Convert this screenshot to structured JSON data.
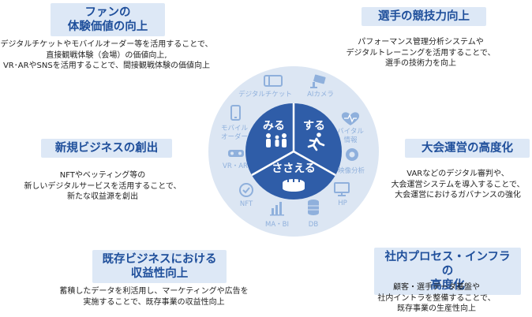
{
  "fan": {
    "title_line1": "ファンの",
    "title_line2": "体験価値の向上",
    "desc1": "デジタルチケットやモバイルオーダー等を活用することで、",
    "desc2": "直接観戦体験（会場）の価値向上,",
    "desc3": "VR･ARやSNSを活用することで、間接観戦体験の価値向上"
  },
  "athlete": {
    "title": "選手の競技力向上",
    "desc1": "パフォーマンス管理分析システムや",
    "desc2": "デジタルトレーニングを活用することで、",
    "desc3": "選手の技術力を向上"
  },
  "newbiz": {
    "title": "新規ビジネスの創出",
    "desc1": "NFTやベッティング等の",
    "desc2": "新しいデジタルサービスを活用することで、",
    "desc3": "新たな収益源を創出"
  },
  "tournament": {
    "title": "大会運営の高度化",
    "desc1": "VARなどのデジタル審判や、",
    "desc2": "大会運営システムを導入することで、",
    "desc3": "大会運営におけるガバナンスの強化"
  },
  "existing": {
    "title_line1": "既存ビジネスにおける",
    "title_line2": "収益性向上",
    "desc1": "蓄積したデータを利活用し、マーケティングや広告を",
    "desc2": "実施することで、既存事業の収益性向上"
  },
  "internal": {
    "title_line1": "社内プロセス・インフラの",
    "title_line2": "高度化",
    "desc1": "顧客・選手データ基盤や",
    "desc2": "社内イントラを整備することで、",
    "desc3": "既存事業の生産性向上"
  },
  "wheel": {
    "center_miru": "みる",
    "center_suru": "する",
    "center_sasaeru": "ささえる",
    "ring_digital_ticket": "デジタルチケット",
    "ring_ai_camera": "AIカメラ",
    "ring_vital_1": "バイタル",
    "ring_vital_2": "情報",
    "ring_video_analysis": "映像分析",
    "ring_hp": "HP",
    "ring_db": "DB",
    "ring_ma_bi": "MA・BI",
    "ring_nft": "NFT",
    "ring_vr_ar": "VR・AR",
    "ring_mobile_1": "モバイル",
    "ring_mobile_2": "オーダー"
  },
  "colors": {
    "title_bg": "#dde8f6",
    "title_text": "#1f4f9b",
    "ring": "#dce6f3",
    "center": "#2f5da8",
    "icon": "#8fb0dc"
  }
}
